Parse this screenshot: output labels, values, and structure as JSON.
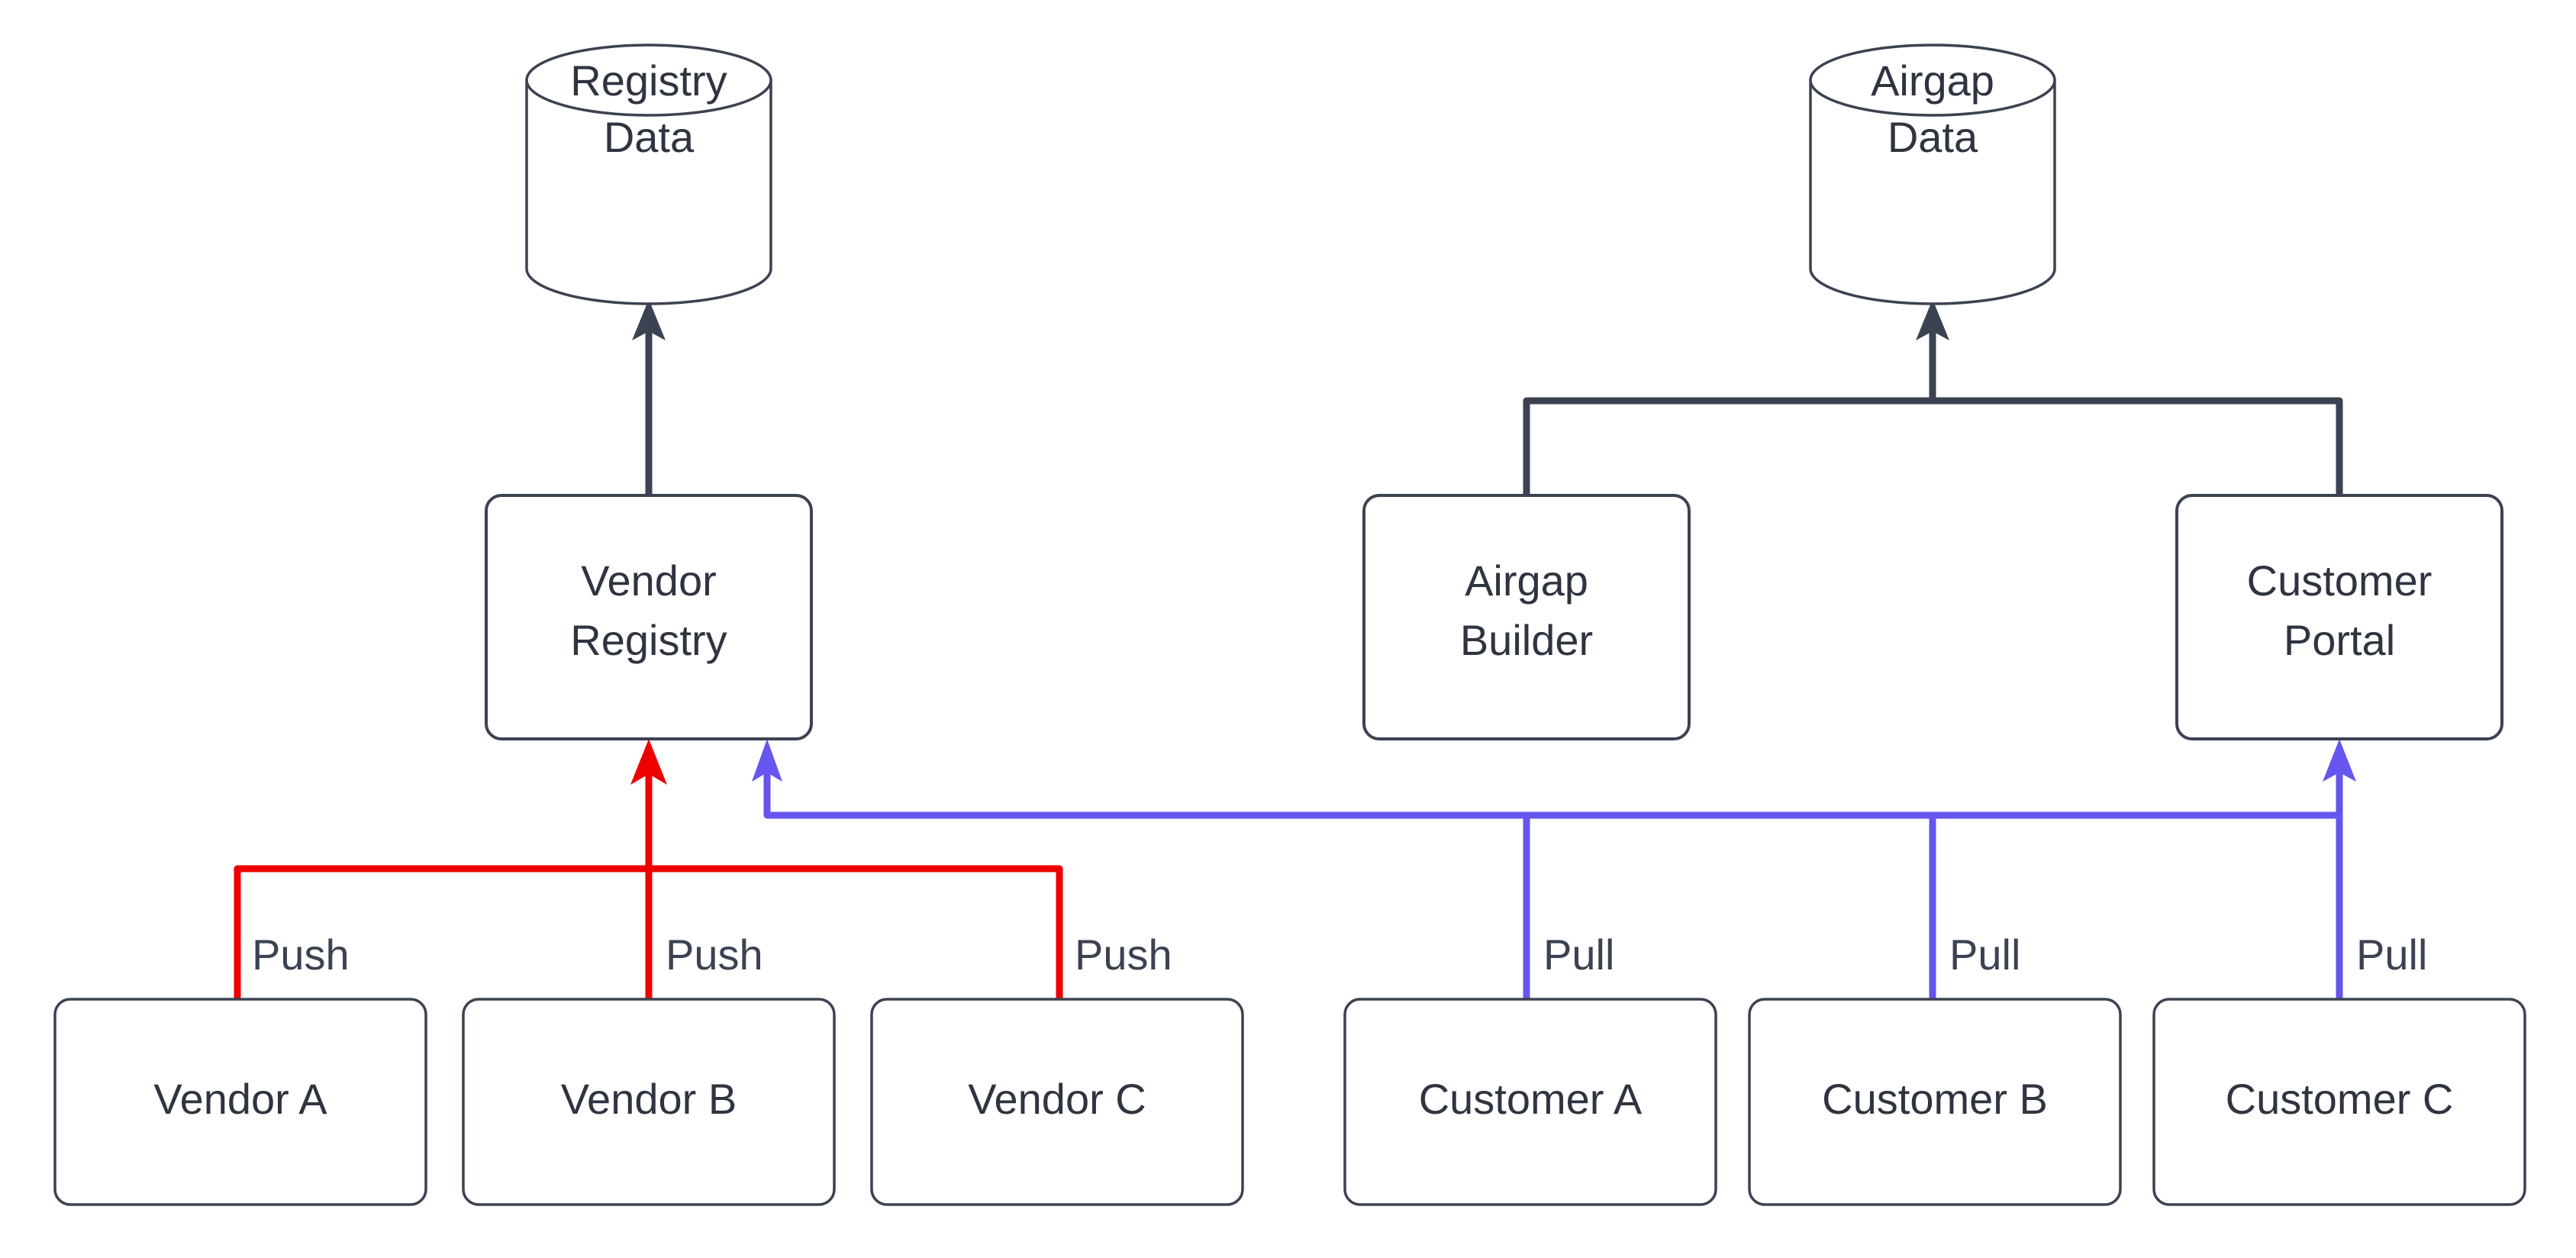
{
  "diagram": {
    "kind": "flow-architecture",
    "background": "#ffffff",
    "colors": {
      "node_stroke": "#3b4252",
      "node_fill": "#ffffff",
      "text": "#2e3440",
      "default_link": "#3b4252",
      "push_link": "#ee0000",
      "pull_link": "#6655ee"
    },
    "datastores": [
      {
        "id": "registry-data",
        "line1": "Registry",
        "line2": "Data",
        "shape": "cylinder"
      },
      {
        "id": "airgap-data",
        "line1": "Airgap",
        "line2": "Data",
        "shape": "cylinder"
      }
    ],
    "services": [
      {
        "id": "vendor-registry",
        "line1": "Vendor",
        "line2": "Registry",
        "shape": "rounded-rect"
      },
      {
        "id": "airgap-builder",
        "line1": "Airgap",
        "line2": "Builder",
        "shape": "rounded-rect"
      },
      {
        "id": "customer-portal",
        "line1": "Customer",
        "line2": "Portal",
        "shape": "rounded-rect"
      }
    ],
    "actors": [
      {
        "id": "vendor-a",
        "label": "Vendor A",
        "shape": "rounded-rect"
      },
      {
        "id": "vendor-b",
        "label": "Vendor B",
        "shape": "rounded-rect"
      },
      {
        "id": "vendor-c",
        "label": "Vendor C",
        "shape": "rounded-rect"
      },
      {
        "id": "customer-a",
        "label": "Customer A",
        "shape": "rounded-rect"
      },
      {
        "id": "customer-b",
        "label": "Customer B",
        "shape": "rounded-rect"
      },
      {
        "id": "customer-c",
        "label": "Customer C",
        "shape": "rounded-rect"
      }
    ],
    "edges": [
      {
        "id": "vendor-registry-to-registry-data",
        "from": "vendor-registry",
        "to": "registry-data",
        "label": "",
        "color": "#3b4252"
      },
      {
        "id": "airgap-builder-to-airgap-data",
        "from": "airgap-builder",
        "to": "airgap-data",
        "label": "",
        "color": "#3b4252"
      },
      {
        "id": "customer-portal-to-airgap-data",
        "from": "customer-portal",
        "to": "airgap-data",
        "label": "",
        "color": "#3b4252"
      },
      {
        "id": "vendor-a-push",
        "from": "vendor-a",
        "to": "vendor-registry",
        "label": "Push",
        "color": "#ee0000"
      },
      {
        "id": "vendor-b-push",
        "from": "vendor-b",
        "to": "vendor-registry",
        "label": "Push",
        "color": "#ee0000"
      },
      {
        "id": "vendor-c-push",
        "from": "vendor-c",
        "to": "vendor-registry",
        "label": "Push",
        "color": "#ee0000"
      },
      {
        "id": "customer-a-pull",
        "from": "customer-a",
        "to": "customer-portal",
        "label": "Pull",
        "color": "#6655ee"
      },
      {
        "id": "customer-b-pull",
        "from": "customer-b",
        "to": "customer-portal",
        "label": "Pull",
        "color": "#6655ee"
      },
      {
        "id": "customer-c-pull",
        "from": "customer-c",
        "to": "customer-portal",
        "label": "Pull",
        "color": "#6655ee"
      }
    ],
    "edge_labels": {
      "push_1": "Push",
      "push_2": "Push",
      "push_3": "Push",
      "pull_1": "Pull",
      "pull_2": "Pull",
      "pull_3": "Pull"
    }
  }
}
